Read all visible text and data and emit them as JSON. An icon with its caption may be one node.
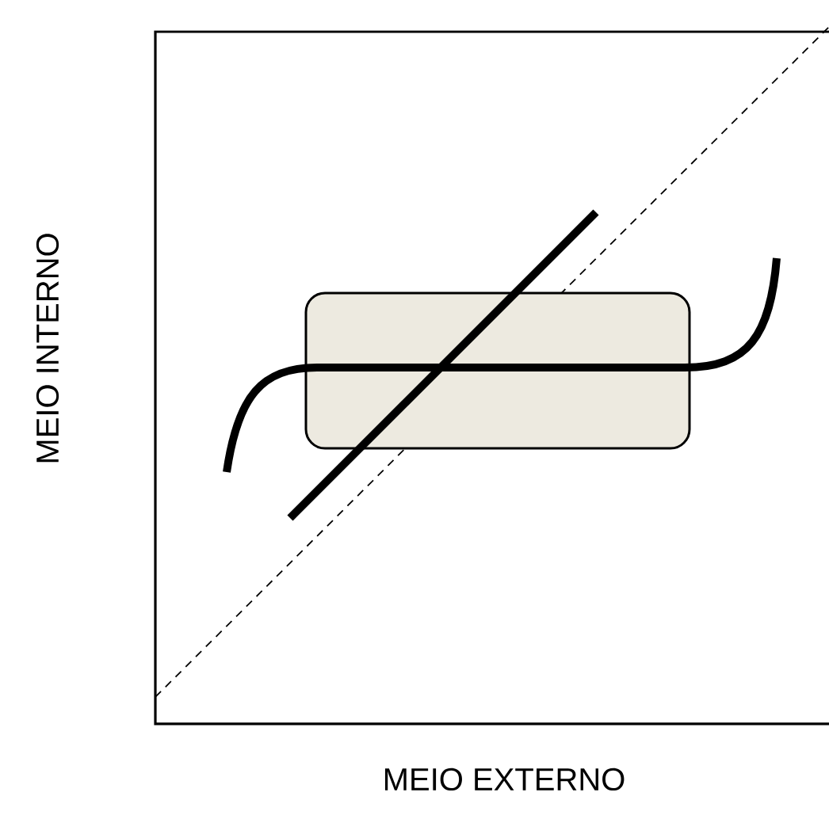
{
  "diagram": {
    "nodes": [
      {
        "text": [],
        "shape": "box"
      }
    ],
    "labels": [
      "MEIO EXTERNO",
      "MEIO INTERNO"
    ]
  }
}
